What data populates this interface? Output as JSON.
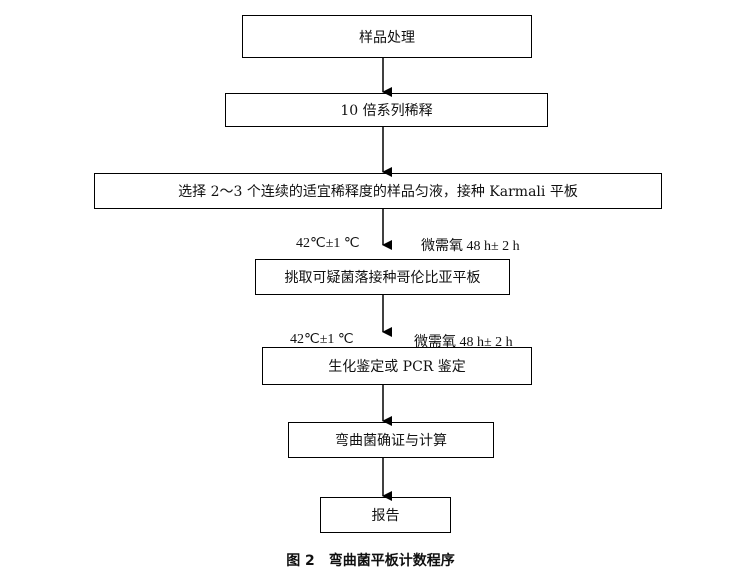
{
  "steps": [
    "样品处理",
    "10 倍系列稀释",
    "选择 2～3 个连续的适宜稀释度的样品匀液，接种 Karmali 平板",
    "挑取可疑菌落接种哥伦比亚平板",
    "生化鉴定或 PCR 鉴定",
    "弯曲菌确证与计算",
    "报告"
  ],
  "conditions": [
    {
      "temp": "42℃±1 ℃",
      "atmosphere": "微需氧 48 h± 2 h"
    },
    {
      "temp": "42℃±1 ℃",
      "atmosphere": "微需氧 48 h± 2 h"
    }
  ],
  "caption": "图 2　弯曲菌平板计数程序"
}
